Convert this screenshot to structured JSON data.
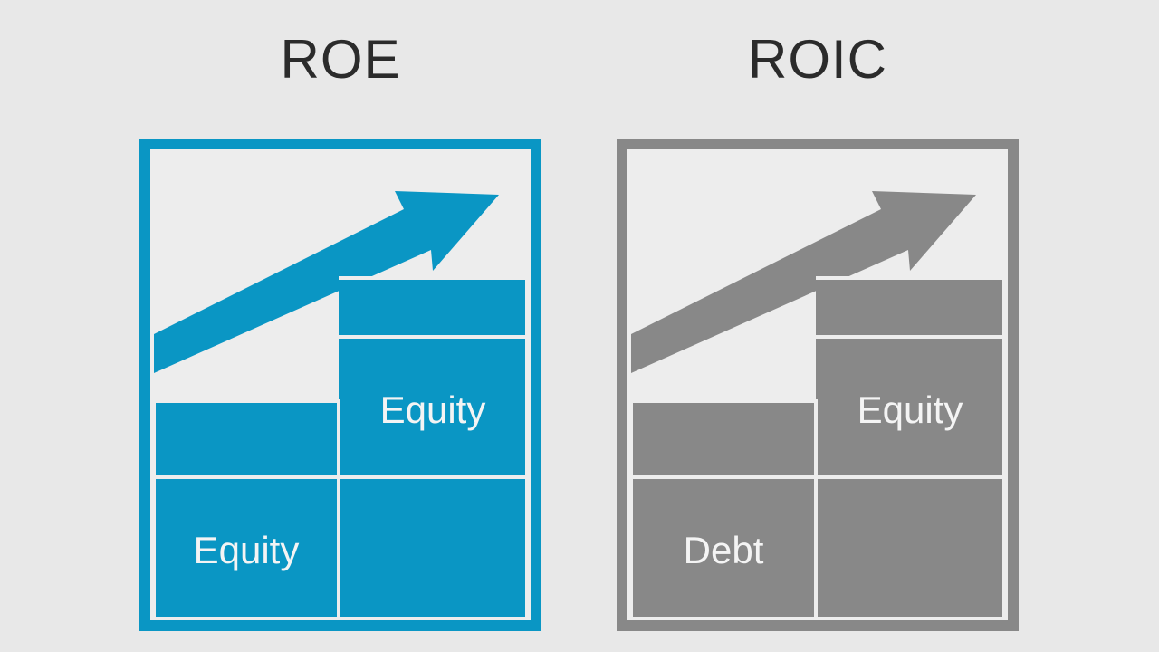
{
  "panels": [
    {
      "title": "ROE",
      "color": "#0a96c4",
      "arrow": "up-right-arrow",
      "labels": {
        "top_right": "Equity",
        "bottom_left": "Equity"
      }
    },
    {
      "title": "ROIC",
      "color": "#888888",
      "arrow": "up-right-arrow",
      "labels": {
        "top_right": "Equity",
        "bottom_left": "Debt"
      }
    }
  ]
}
